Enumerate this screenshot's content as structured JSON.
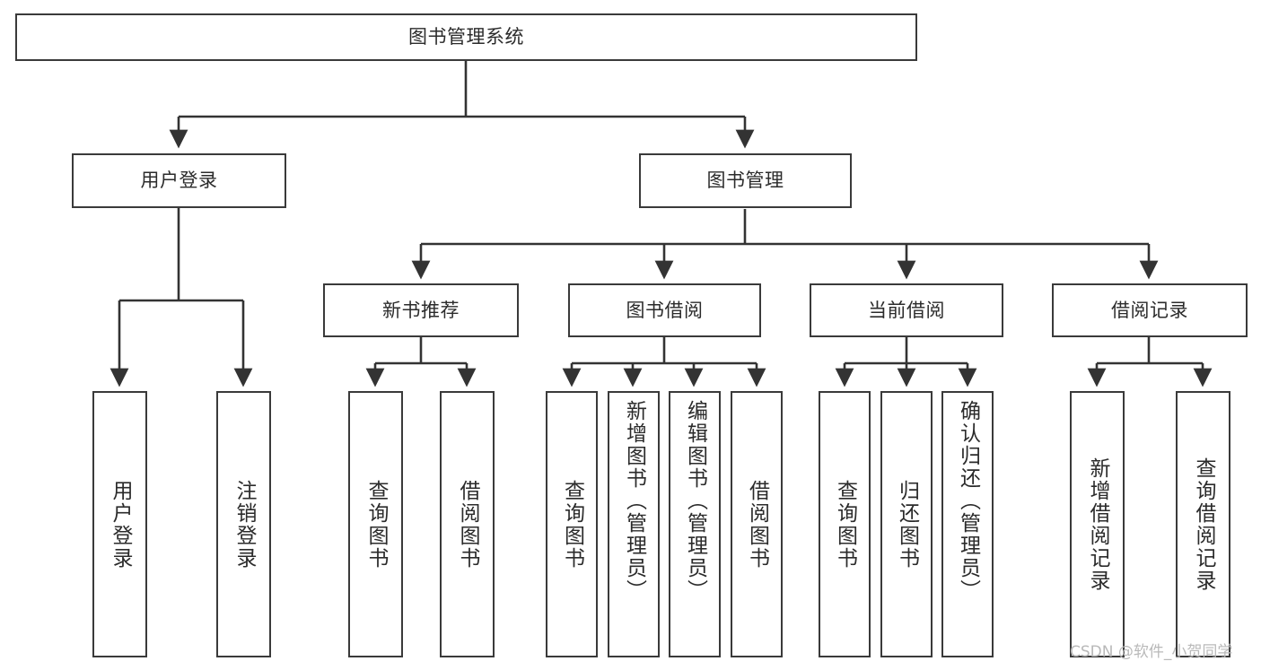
{
  "diagram": {
    "title": "图书管理系统",
    "type": "tree-hierarchy-diagram",
    "colors": {
      "box_border": "#3a3a3a",
      "box_fill": "#ffffff",
      "connector": "#333333",
      "text": "#2b2b2b",
      "watermark": "#b9b9b9"
    },
    "root": {
      "id": "root",
      "label": "图书管理系统"
    },
    "level2": [
      {
        "id": "user-login",
        "label": "用户登录"
      },
      {
        "id": "book-management",
        "label": "图书管理"
      }
    ],
    "level3": [
      {
        "id": "new-book-recommend",
        "label": "新书推荐"
      },
      {
        "id": "book-borrow",
        "label": "图书借阅"
      },
      {
        "id": "current-borrow",
        "label": "当前借阅"
      },
      {
        "id": "borrow-record",
        "label": "借阅记录"
      }
    ],
    "leaves": {
      "user_login": [
        {
          "id": "leaf-user-login",
          "label": "用户登录"
        },
        {
          "id": "leaf-user-logout",
          "label": "注销登录"
        }
      ],
      "new_book_recommend": [
        {
          "id": "leaf-query-book-1",
          "label": "查询图书"
        },
        {
          "id": "leaf-borrow-book-1",
          "label": "借阅图书"
        }
      ],
      "book_borrow": [
        {
          "id": "leaf-query-book-2",
          "label": "查询图书"
        },
        {
          "id": "leaf-add-book",
          "label": "新增图书（管理员）"
        },
        {
          "id": "leaf-edit-book",
          "label": "编辑图书（管理员）"
        },
        {
          "id": "leaf-borrow-book-2",
          "label": "借阅图书"
        }
      ],
      "current_borrow": [
        {
          "id": "leaf-query-book-3",
          "label": "查询图书"
        },
        {
          "id": "leaf-return-book",
          "label": "归还图书"
        },
        {
          "id": "leaf-confirm-return",
          "label": "确认归还（管理员）"
        }
      ],
      "borrow_record": [
        {
          "id": "leaf-add-record",
          "label": "新增借阅记录"
        },
        {
          "id": "leaf-query-record",
          "label": "查询借阅记录"
        }
      ]
    }
  },
  "watermark": {
    "text": "CSDN @软件_小贺同学"
  }
}
